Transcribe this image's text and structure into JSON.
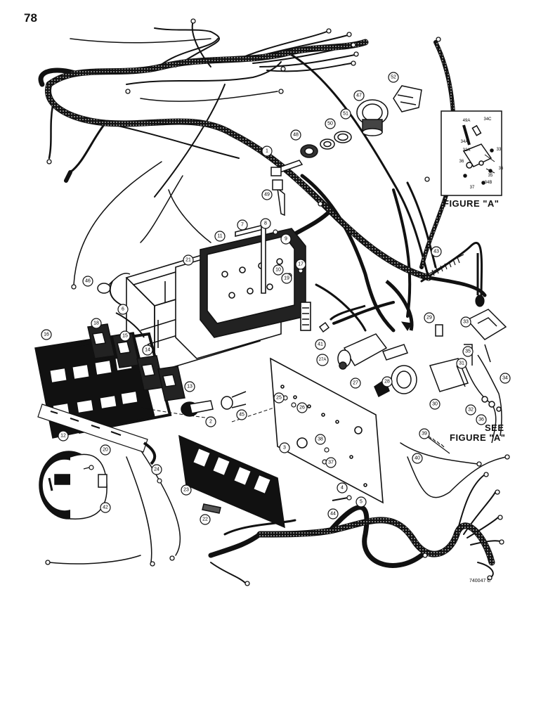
{
  "page": {
    "number": "78",
    "drawing_number": "740047 C"
  },
  "captions": {
    "figure_a": "FIGURE \"A\"",
    "see_line1": "SEE",
    "see_line2": "FIGURE \"A\""
  },
  "callouts": [
    "1",
    "2",
    "3",
    "4",
    "5",
    "6",
    "7",
    "8",
    "9",
    "10",
    "11",
    "12",
    "13",
    "14",
    "15",
    "16",
    "17",
    "18",
    "19",
    "20",
    "21",
    "22",
    "23",
    "24",
    "25",
    "26",
    "27",
    "27A",
    "28",
    "29",
    "30",
    "31",
    "32",
    "33",
    "34",
    "35",
    "36",
    "37",
    "38",
    "39",
    "40",
    "41",
    "42",
    "43",
    "44",
    "45",
    "46",
    "47",
    "48",
    "49",
    "50",
    "51",
    "52"
  ],
  "inset_callouts": [
    "49A",
    "34C",
    "34A",
    "32A",
    "33",
    "36",
    "35",
    "36",
    "37",
    "34B"
  ],
  "colors": {
    "ink": "#111111",
    "paper": "#ffffff"
  }
}
